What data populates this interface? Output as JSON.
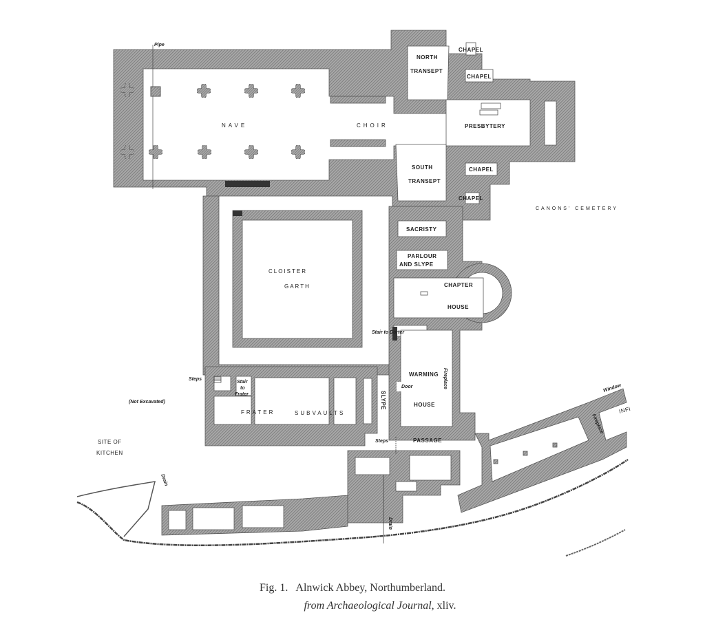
{
  "plan": {
    "labels": {
      "nave": "NAVE",
      "choir": "CHOIR",
      "north_transept_1": "NORTH",
      "north_transept_2": "TRANSEPT",
      "presbytery": "PRESBYTERY",
      "chapel_1": "CHAPEL",
      "chapel_2": "CHAPEL",
      "chapel_3": "CHAPEL",
      "chapel_4": "CHAPEL",
      "south_transept_1": "SOUTH",
      "south_transept_2": "TRANSEPT",
      "canons_cemetery": "CANONS' CEMETERY",
      "sacristy": "SACRISTY",
      "parlour_1": "PARLOUR",
      "parlour_2": "AND SLYPE",
      "chapter_1": "CHAPTER",
      "chapter_2": "HOUSE",
      "cloister_1": "CLOISTER",
      "cloister_2": "GARTH",
      "stair_dorter": "Stair to Dorter",
      "warming_1": "WARMING",
      "warming_2": "HOUSE",
      "fireplace_1": "Fireplace",
      "fireplace_2": "Fireplace",
      "door": "Door",
      "slype": "SLYPE",
      "steps_1": "Steps",
      "steps_2": "Steps",
      "stair_frater_1": "Stair",
      "stair_frater_2": "to",
      "stair_frater_3": "Frater",
      "frater": "FRATER",
      "subvaults": "SUBVAULTS",
      "not_excavated": "(Not Excavated)",
      "kitchen_1": "SITE OF",
      "kitchen_2": "KITCHEN",
      "passage": "PASSAGE",
      "window": "Window",
      "infirmary": "INFI",
      "pipe": "Pipe",
      "drain_1": "Drain",
      "drain_2": "Drain"
    }
  },
  "caption": {
    "line1": "Fig. 1.   Alnwick Abbey, Northumberland.",
    "line2_italic": "from Archaeological Journal,",
    "line2_volume": "xliv."
  }
}
